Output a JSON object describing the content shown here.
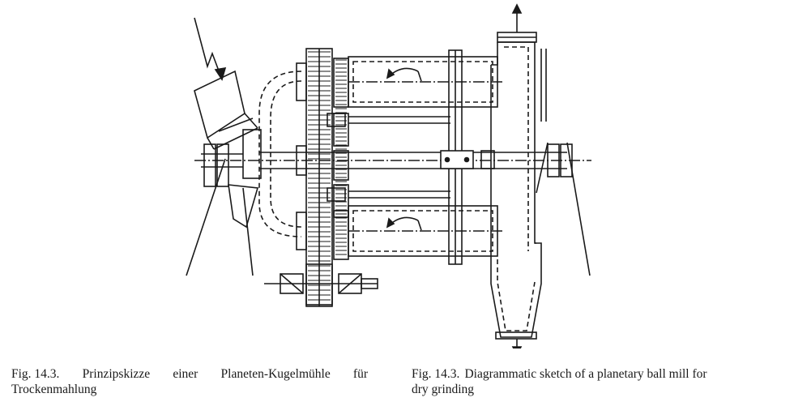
{
  "captions": {
    "german": {
      "label": "Fig. 14.3.",
      "line1_words": [
        "Prinzipskizze",
        "einer",
        "Planeten-Kugelmühle",
        "für"
      ],
      "line2": "Trockenmahlung"
    },
    "english": {
      "label": "Fig. 14.3.",
      "line1": "Diagrammatic sketch of a planetary ball mill for",
      "line2": "dry grinding"
    }
  },
  "colors": {
    "ink": "#1a1a1a",
    "paper": "#ffffff"
  }
}
